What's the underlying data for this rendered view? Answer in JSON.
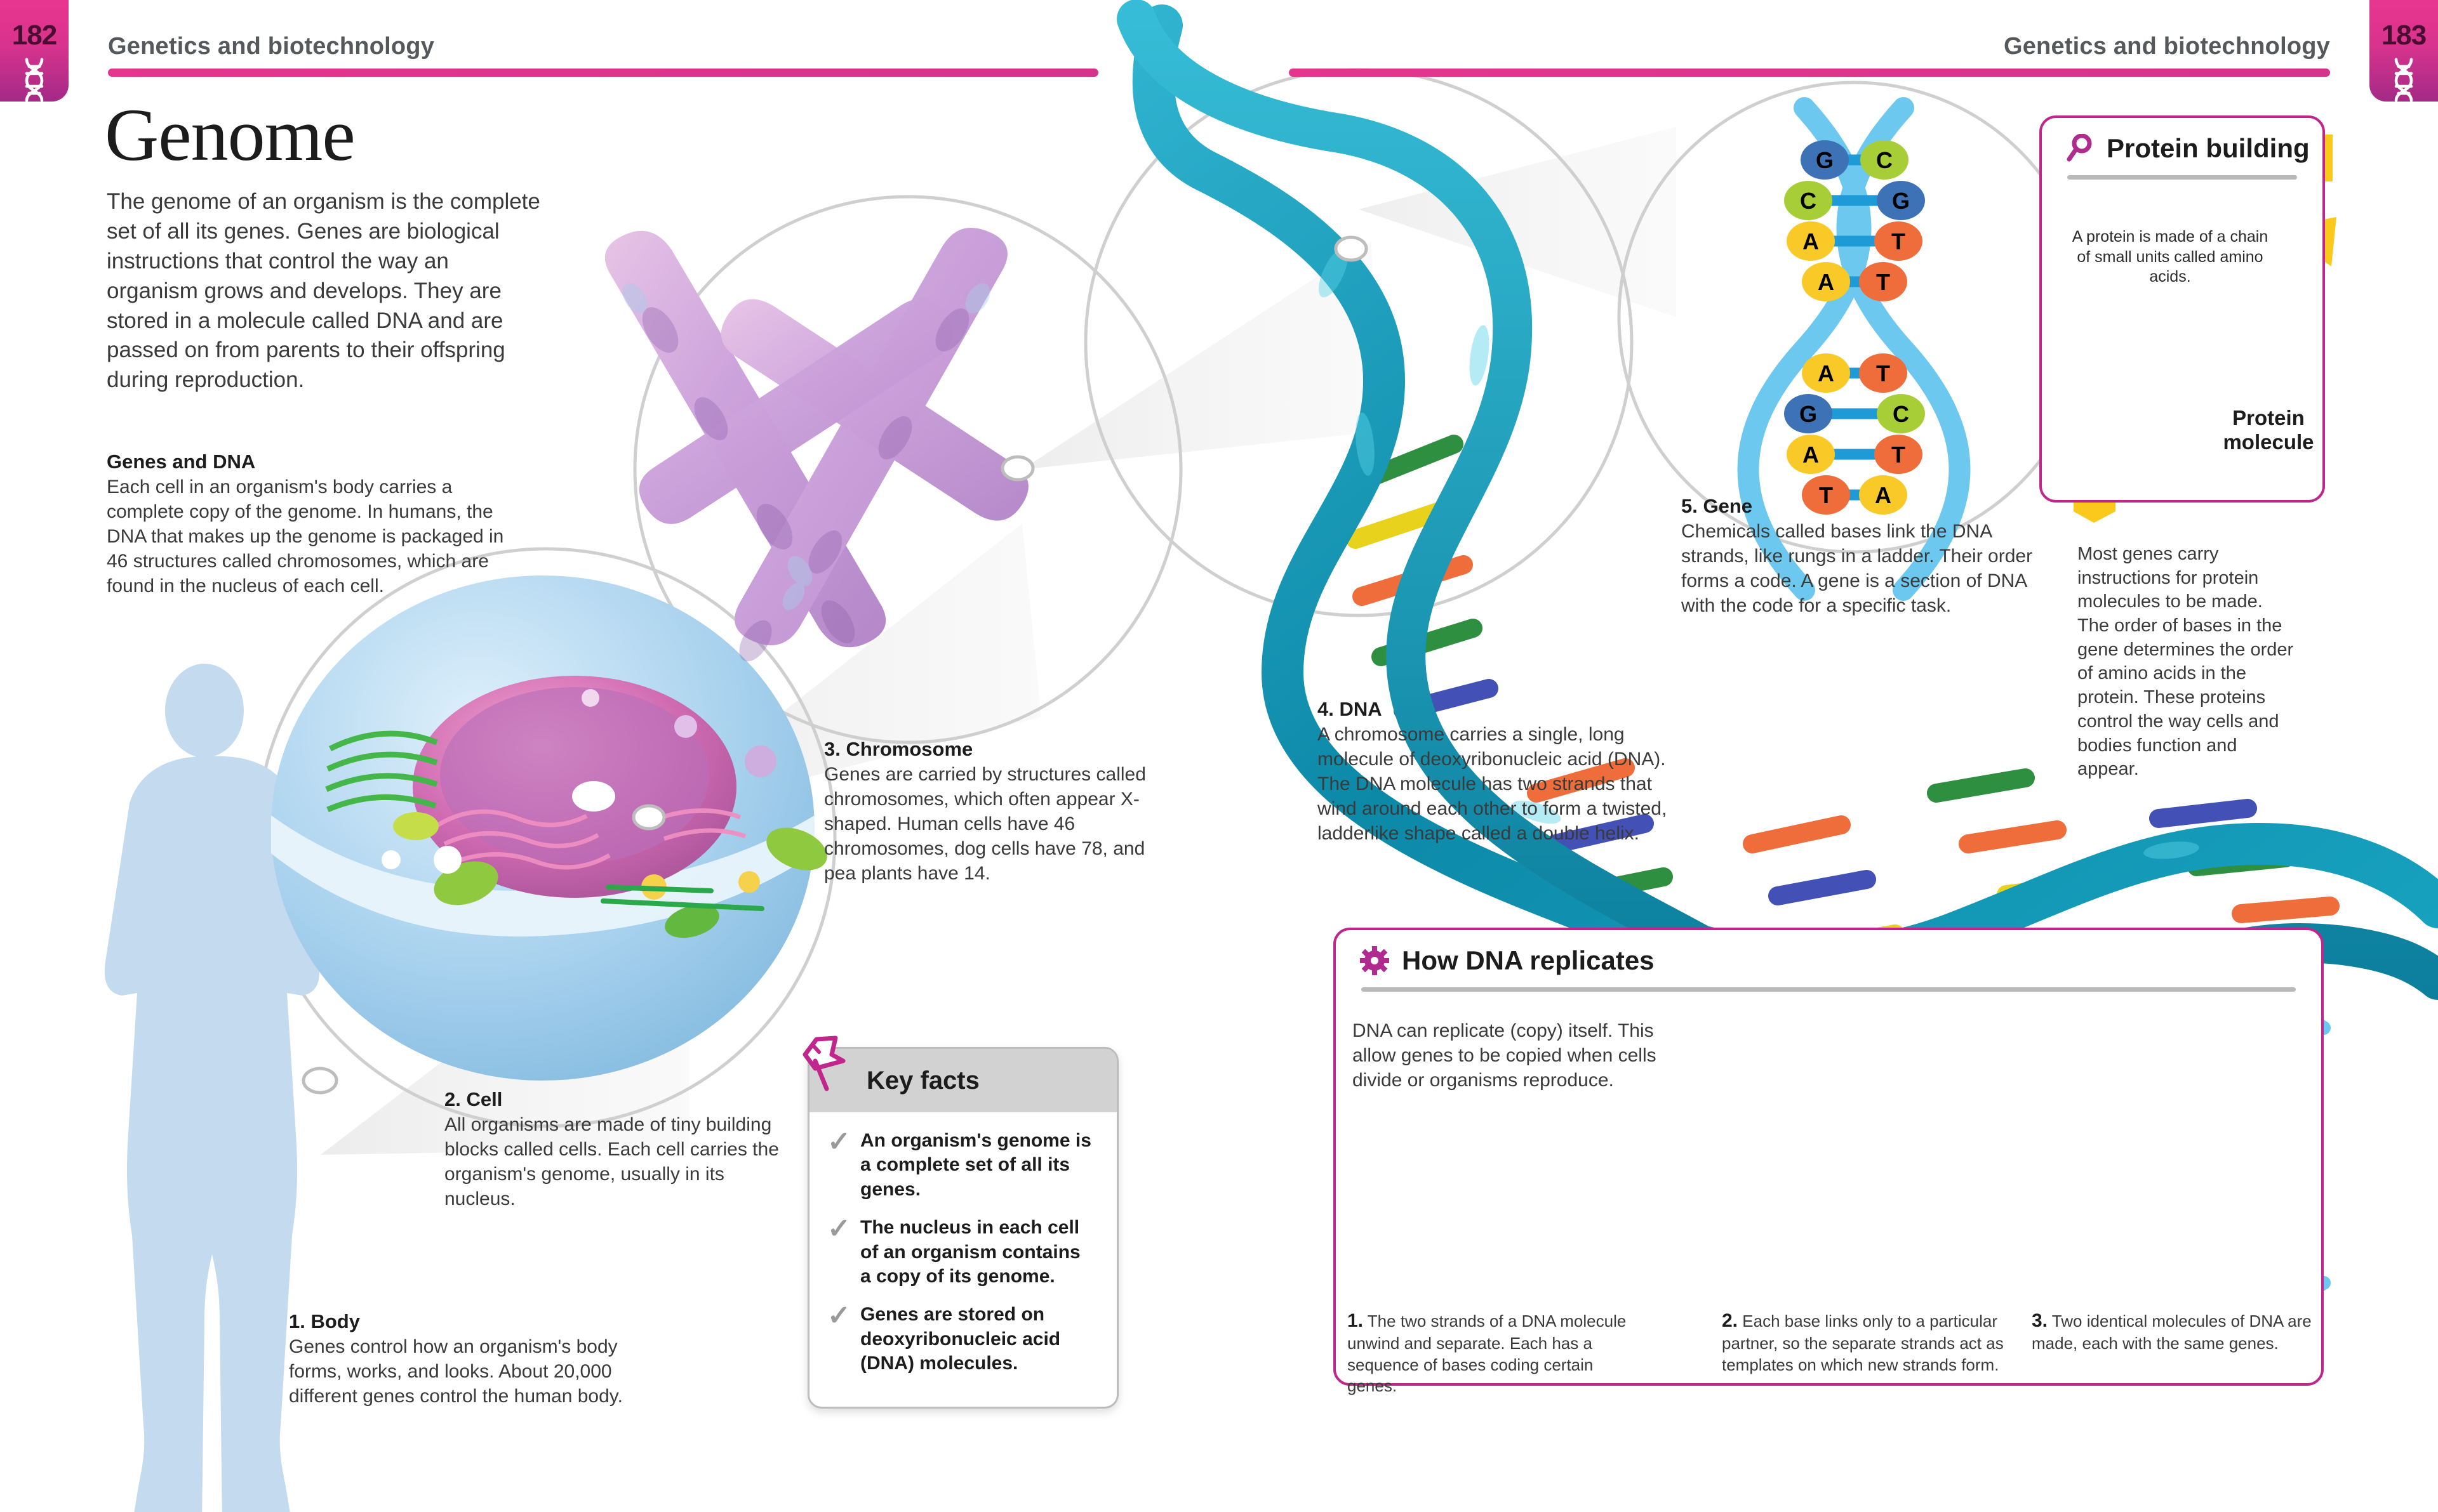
{
  "spread": {
    "left_page": {
      "number": "182",
      "running_head": "Genetics and biotechnology",
      "tab_icon": "dna-helix-icon"
    },
    "right_page": {
      "number": "183",
      "running_head": "Genetics and biotechnology",
      "tab_icon": "dna-helix-icon"
    }
  },
  "headline": "Genome",
  "intro": "The genome of an organism is the complete set of all its genes. Genes are biological instructions that control the way an organism grows and develops. They are stored in a molecule called DNA and are passed on from parents to their offspring during reproduction.",
  "genes_and_dna": {
    "heading": "Genes and DNA",
    "body": "Each cell in an organism's body carries a complete copy of the genome. In humans, the DNA that makes up the genome is packaged in 46 structures called chromosomes, which are found in the nucleus of each cell."
  },
  "callouts": [
    {
      "heading": "1. Body",
      "body": "Genes control how an organism's body forms, works, and looks. About 20,000 different genes control the human body."
    },
    {
      "heading": "2. Cell",
      "body": "All organisms are made of tiny building blocks called cells. Each cell carries the organism's genome, usually in its nucleus."
    },
    {
      "heading": "3. Chromosome",
      "body": "Genes are carried by structures called chromosomes, which often appear X-shaped. Human cells have 46 chromosomes, dog cells have 78, and pea plants have 14."
    },
    {
      "heading": "4. DNA",
      "body": "A chromosome carries a single, long molecule of deoxyribonucleic acid (DNA). The DNA molecule has two strands that wind around each other to form a twisted, ladderlike shape called a double helix."
    },
    {
      "heading": "5. Gene",
      "body": "Chemicals called bases link the DNA strands, like rungs in a ladder. Their order forms a code. A gene is a section of DNA with the code for a specific task."
    }
  ],
  "key_facts": {
    "title": "Key facts",
    "icon": "pushpin-icon",
    "check_icon": "checkmark-icon",
    "items": [
      "An organism's genome is a complete set of all its genes.",
      "The nucleus in each cell of an organism contains a copy of its genome.",
      "Genes are stored on deoxyribonucleic acid (DNA) molecules."
    ]
  },
  "protein_building": {
    "title": "Protein building",
    "icon": "magnifier-icon",
    "note": "A protein is made of a chain of small units called amino acids.",
    "diagram_label": "Protein molecule",
    "body": "Most genes carry instructions for protein molecules to be made. The order of bases in the gene determines the order of amino acids in the protein. These proteins control the way cells and bodies function and appear."
  },
  "how_dna_replicates": {
    "title": "How DNA replicates",
    "icon": "gear-icon",
    "intro": "DNA can replicate (copy) itself. This allow genes to be copied when cells divide or organisms reproduce.",
    "steps": [
      {
        "number": "1.",
        "text": "The two strands of a DNA molecule unwind and separate. Each has a sequence of bases coding certain genes."
      },
      {
        "number": "2.",
        "text": "Each base links only to a particular partner, so the separate strands act as templates on which new strands form."
      },
      {
        "number": "3.",
        "text": "Two identical molecules of DNA are made, each with the same genes."
      }
    ]
  },
  "gene_zoom_base_pairs": [
    {
      "left": "G",
      "right": "C"
    },
    {
      "left": "C",
      "right": "G"
    },
    {
      "left": "A",
      "right": "T"
    },
    {
      "left": "A",
      "right": "T"
    },
    {
      "left": "A",
      "right": "T"
    },
    {
      "left": "G",
      "right": "C"
    },
    {
      "left": "A",
      "right": "T"
    },
    {
      "left": "T",
      "right": "A"
    }
  ],
  "colors": {
    "brand_magenta": "#c0268c",
    "rule_pink": "#e5358d",
    "tab_top": "#e8368f",
    "tab_bottom": "#a32a86",
    "base_A": "#f9c928",
    "base_T": "#ef6d3a",
    "base_G": "#3d72b6",
    "base_C": "#a7ce37",
    "helix_blue": "#6cc8ef",
    "rung_blue": "#1e9ad6",
    "dna_teal": "#0f8fad",
    "amino_yellow": "#fbc91c",
    "chain_blue": "#58c4ea",
    "silhouette_blue": "#c3daef"
  }
}
